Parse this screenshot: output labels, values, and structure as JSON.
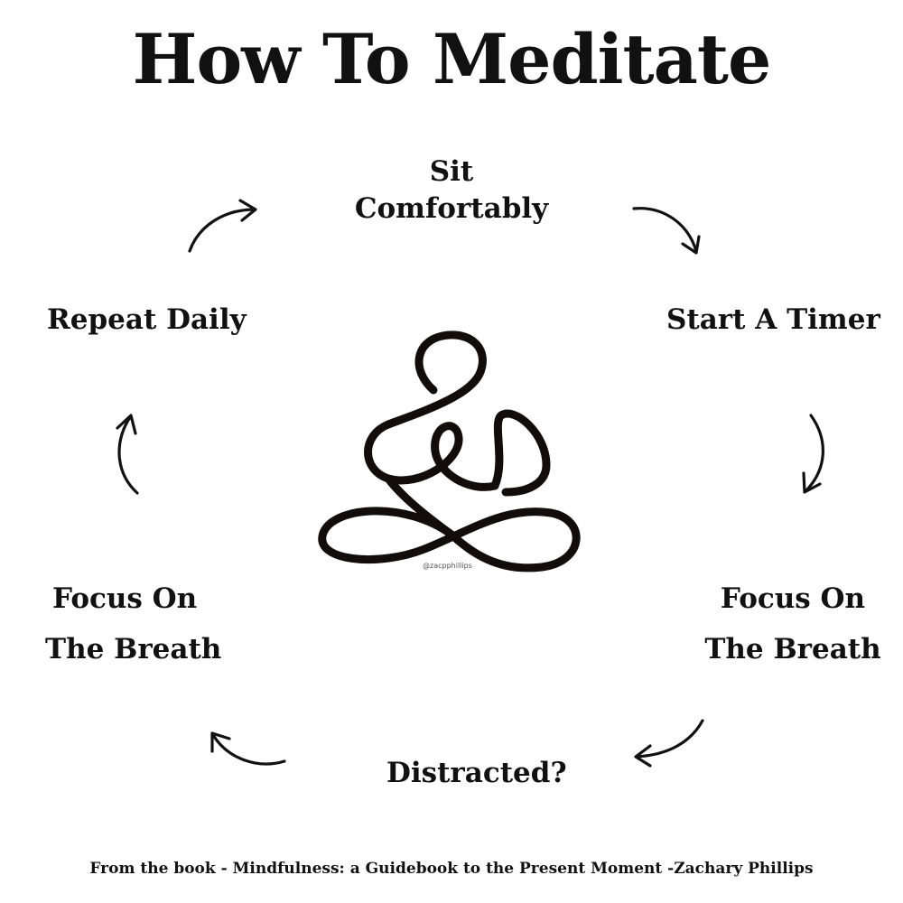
{
  "title": "How To Meditate",
  "steps": {
    "sit": [
      "Sit",
      "Comfortably"
    ],
    "timer": "Start A Timer",
    "focus_right": [
      "Focus On",
      "The Breath"
    ],
    "distracted": "Distracted?",
    "focus_left": [
      "Focus On",
      "The Breath"
    ],
    "repeat": "Repeat Daily"
  },
  "watermark": "@zacpphillips",
  "footer": "From the book - Mindfulness: a Guidebook to the Present Moment -Zachary Phillips",
  "icons": [
    "meditation-figure-icon",
    "arrow-icon"
  ],
  "colors": {
    "ink": "#111111",
    "background": "#ffffff"
  }
}
